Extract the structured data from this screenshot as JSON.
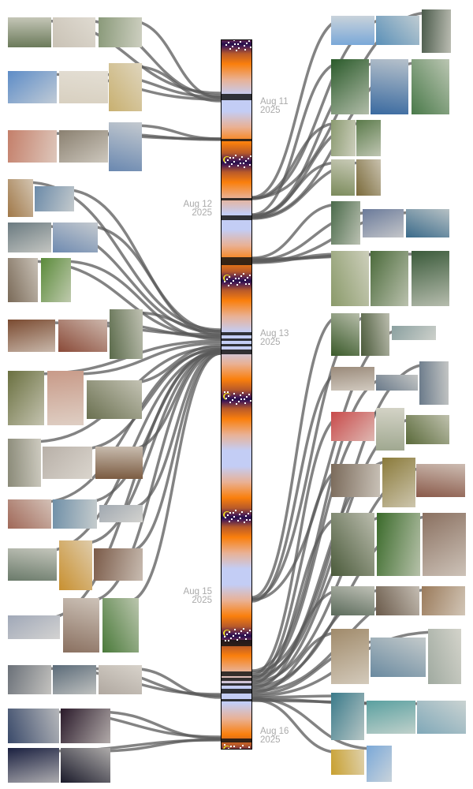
{
  "timeline": {
    "date_labels": [
      {
        "day": "Aug 11",
        "year": "2025"
      },
      {
        "day": "Aug 12",
        "year": "2025"
      },
      {
        "day": "Aug 13",
        "year": "2025"
      },
      {
        "day": "Aug 15",
        "year": "2025"
      },
      {
        "day": "Aug 16",
        "year": "2025"
      }
    ],
    "link_color": "#5a5a5a"
  },
  "photos_left_colors": [
    "#6b7a5a",
    "#c9c2b5",
    "#8a9a7a",
    "#5d8cc7",
    "#d8d0c0",
    "#c8b070",
    "#c47f6a",
    "#8a8070",
    "#6a88b0",
    "#a07848",
    "#6b8aa8",
    "#6a7a80",
    "#6e8ab0",
    "#7a6a58",
    "#5a8a3a",
    "#7a4a30",
    "#8a4a38",
    "#5a6a4a",
    "#6a7040",
    "#c89a88",
    "#6a7050",
    "#8a8a78",
    "#b8b0a8",
    "#7a5a40",
    "#a06858",
    "#7090a8",
    "#a0a8b0",
    "#6a7a6a",
    "#c89030",
    "#7a5a48",
    "#a0a8b8",
    "#8a7060",
    "#4a7a3a",
    "#6a7078",
    "#5a6a78",
    "#b0a8a0",
    "#3a4a6a",
    "#2a1a2a",
    "#1a2040",
    "#1a1a2a"
  ],
  "photos_right_colors": [
    "#7aa8d8",
    "#5a90b8",
    "#4a5a4a",
    "#2a5a2a",
    "#3a6aa0",
    "#4a7a4a",
    "#8a9a70",
    "#5a7a4a",
    "#7a8a5a",
    "#7a6a3a",
    "#4a6a4a",
    "#6a7a9a",
    "#3a6a8a",
    "#8a9a6a",
    "#4a6a3a",
    "#3a5a3a",
    "#3a5a2a",
    "#4a5a3a",
    "#8aa0a0",
    "#9a8a7a",
    "#6a7a8a",
    "#6a7a8a",
    "#c84a4a",
    "#a0a890",
    "#5a6a3a",
    "#7a6a5a",
    "#8a7a3a",
    "#8a5a4a",
    "#4a5a3a",
    "#3a6a2a",
    "#8a7060",
    "#5a6a5a",
    "#6a5a4a",
    "#9a7a5a",
    "#a08a6a",
    "#6a8aa0",
    "#a0aaa0",
    "#3a7a8a",
    "#5aa0a0",
    "#80a8b8",
    "#c8a030"
  ]
}
